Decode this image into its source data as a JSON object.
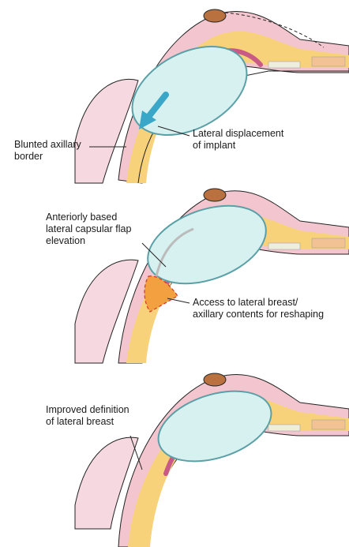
{
  "labels": {
    "panel1": {
      "blunted": [
        "Blunted axillary",
        "border"
      ],
      "lateral_displacement": [
        "Lateral displacement",
        "of implant"
      ]
    },
    "panel2": {
      "flap": [
        "Anteriorly based",
        "lateral capsular flap",
        "elevation"
      ],
      "access": [
        "Access to lateral breast/",
        "axillary contents for reshaping"
      ]
    },
    "panel3": {
      "improved": [
        "Improved definition",
        "of lateral breast"
      ]
    }
  },
  "colors": {
    "skin": "#f3c6cf",
    "fat": "#f7d27a",
    "muscle": "#c95a86",
    "implant": "#d7f1f1",
    "implant_outline": "#5aa0a6",
    "arrow": "#3aa6c8",
    "nipple": "#b8713f",
    "arm": "#f6d9e0",
    "access_fill": "#f3a040",
    "access_dash": "#d9332a"
  }
}
